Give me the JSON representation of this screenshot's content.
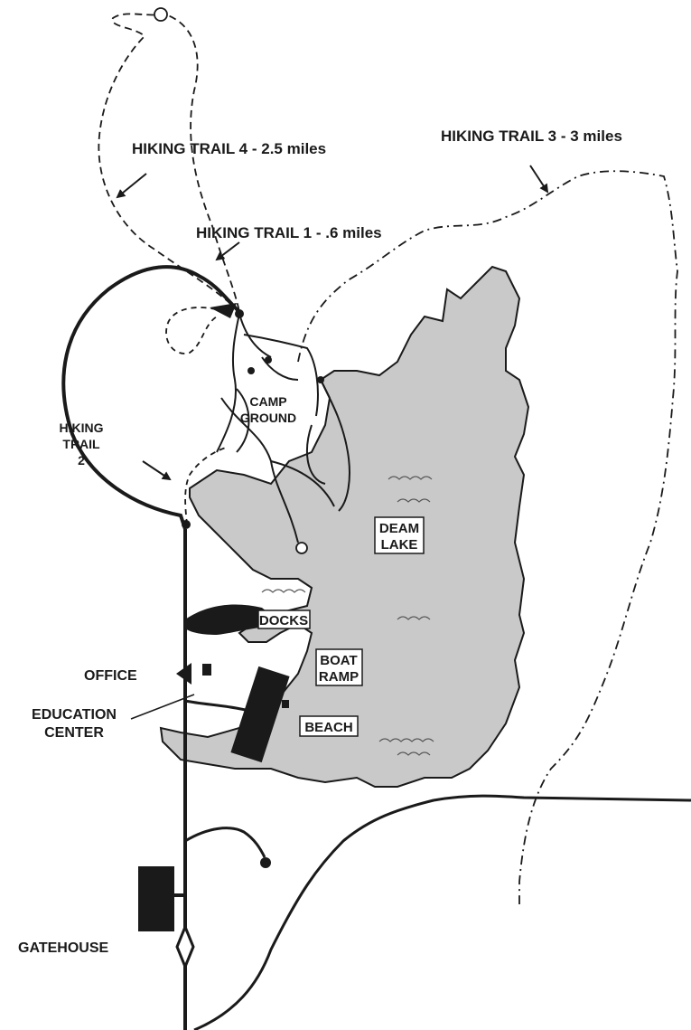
{
  "map": {
    "labels": {
      "trail_4": "HIKING TRAIL 4 - 2.5 miles",
      "trail_3": "HIKING TRAIL 3 - 3 miles",
      "trail_1": "HIKING TRAIL 1 - .6 miles",
      "trail_2_line1": "HIKING",
      "trail_2_line2": "TRAIL",
      "trail_2_line3": "2",
      "camp_line1": "CAMP",
      "camp_line2": "GROUND",
      "lake_line1": "DEAM",
      "lake_line2": "LAKE",
      "docks": "DOCKS",
      "ramp_line1": "BOAT",
      "ramp_line2": "RAMP",
      "beach": "BEACH",
      "office": "OFFICE",
      "edu_line1": "EDUCATION",
      "edu_line2": "CENTER",
      "gatehouse": "GATEHOUSE"
    },
    "colors": {
      "lake_fill": "#c9c9c9",
      "ink": "#1a1a1a",
      "paper": "#ffffff"
    }
  }
}
